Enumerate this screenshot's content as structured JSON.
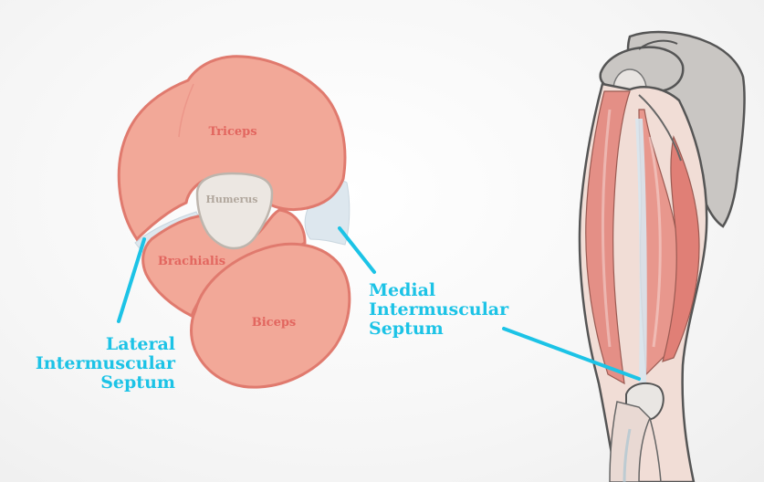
{
  "labels": {
    "triceps": "Triceps",
    "humerus": "Humerus",
    "brachialis": "Brachialis",
    "biceps": "Biceps"
  },
  "callouts": {
    "lateral": [
      "Lateral",
      "Intermuscular",
      "Septum"
    ],
    "medial": [
      "Medial",
      "Intermuscular",
      "Septum"
    ]
  },
  "colors": {
    "muscle_fill": "#f2a898",
    "muscle_stroke": "#e07a6e",
    "muscle_text": "#e2665f",
    "bone_fill": "#ece7e2",
    "bone_stroke": "#bdb5ad",
    "bone_text": "#b1a79d",
    "septum_fill": "#dde7ee",
    "callout_color": "#1cc3e6"
  }
}
